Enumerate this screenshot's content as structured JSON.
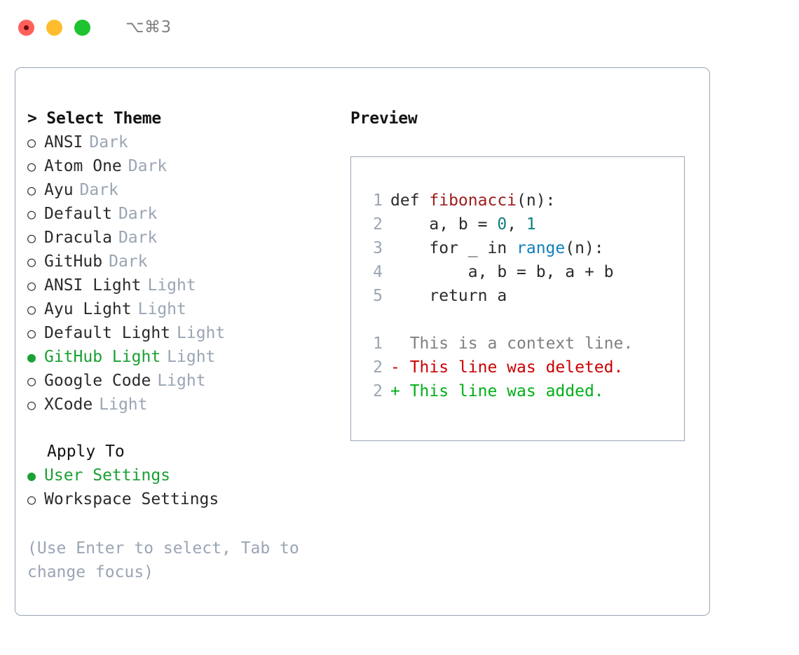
{
  "window": {
    "title": "⌥⌘3",
    "lights": [
      {
        "name": "close",
        "color": "#ff605c"
      },
      {
        "name": "minimize",
        "color": "#ffbd2e"
      },
      {
        "name": "zoom",
        "color": "#1ec42f"
      }
    ]
  },
  "left": {
    "heading": "> Select Theme",
    "themes": [
      {
        "bullet": "○",
        "label": "ANSI",
        "kind": "Dark",
        "selected": false
      },
      {
        "bullet": "○",
        "label": "Atom One",
        "kind": "Dark",
        "selected": false
      },
      {
        "bullet": "○",
        "label": "Ayu",
        "kind": "Dark",
        "selected": false
      },
      {
        "bullet": "○",
        "label": "Default",
        "kind": "Dark",
        "selected": false
      },
      {
        "bullet": "○",
        "label": "Dracula",
        "kind": "Dark",
        "selected": false
      },
      {
        "bullet": "○",
        "label": "GitHub",
        "kind": "Dark",
        "selected": false
      },
      {
        "bullet": "○",
        "label": "ANSI Light",
        "kind": "Light",
        "selected": false
      },
      {
        "bullet": "○",
        "label": "Ayu Light",
        "kind": "Light",
        "selected": false
      },
      {
        "bullet": "○",
        "label": "Default Light",
        "kind": "Light",
        "selected": false
      },
      {
        "bullet": "●",
        "label": "GitHub Light",
        "kind": "Light",
        "selected": true
      },
      {
        "bullet": "○",
        "label": "Google Code",
        "kind": "Light",
        "selected": false
      },
      {
        "bullet": "○",
        "label": "XCode",
        "kind": "Light",
        "selected": false
      }
    ],
    "apply_to_heading": "Apply To",
    "apply_to": [
      {
        "bullet": "●",
        "label": "User Settings",
        "kind": "",
        "selected": true
      },
      {
        "bullet": "○",
        "label": "Workspace Settings",
        "kind": "",
        "selected": false
      }
    ],
    "hint": "(Use Enter to select, Tab to change focus)"
  },
  "right": {
    "heading": "Preview",
    "code_lines": [
      {
        "no": "1",
        "tokens": [
          {
            "t": "def ",
            "c": "plain"
          },
          {
            "t": "fibonacci",
            "c": "fn"
          },
          {
            "t": "(n):",
            "c": "plain"
          }
        ]
      },
      {
        "no": "2",
        "tokens": [
          {
            "t": "    a, b = ",
            "c": "plain"
          },
          {
            "t": "0",
            "c": "num"
          },
          {
            "t": ", ",
            "c": "plain"
          },
          {
            "t": "1",
            "c": "num"
          }
        ]
      },
      {
        "no": "3",
        "tokens": [
          {
            "t": "    for _ in ",
            "c": "plain"
          },
          {
            "t": "range",
            "c": "call"
          },
          {
            "t": "(n):",
            "c": "plain"
          }
        ]
      },
      {
        "no": "4",
        "tokens": [
          {
            "t": "        a, b = b, a + b",
            "c": "plain"
          }
        ]
      },
      {
        "no": "5",
        "tokens": [
          {
            "t": "    return a",
            "c": "plain"
          }
        ]
      }
    ],
    "diff_lines": [
      {
        "no": "1",
        "marker": "  ",
        "text": "This is a context line.",
        "kind": "ctx"
      },
      {
        "no": "2",
        "marker": "- ",
        "text": "This line was deleted.",
        "kind": "del"
      },
      {
        "no": "2",
        "marker": "+ ",
        "text": "This line was added.",
        "kind": "add"
      }
    ]
  },
  "colors": {
    "selected_green": "#1aa033",
    "muted": "#9aa5b4",
    "border": "#9aa5b4",
    "fn_red": "#9e1d1d",
    "num_teal": "#0d7f80",
    "call_blue": "#1080bd",
    "diff_add": "#00af18",
    "diff_del": "#cc0000",
    "diff_ctx": "#808080"
  }
}
